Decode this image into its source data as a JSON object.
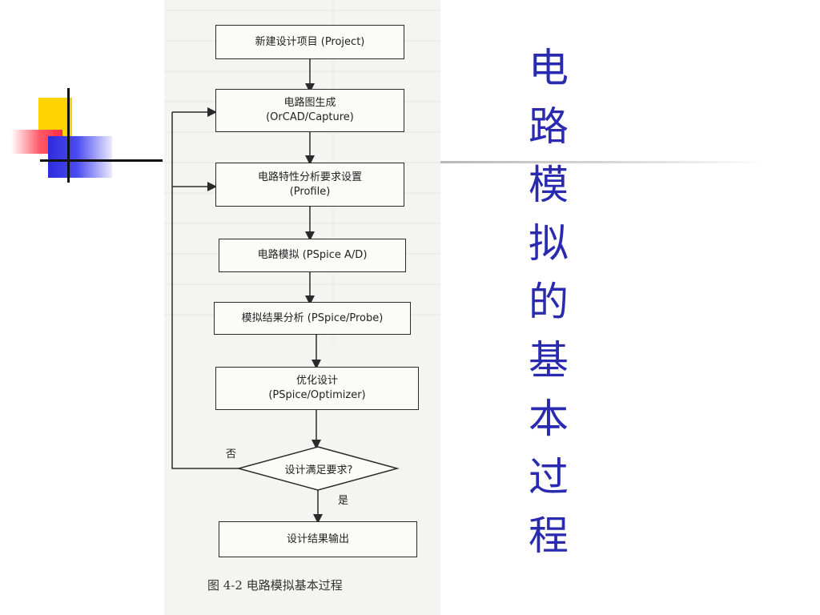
{
  "slide": {
    "title_chars": [
      "电",
      "路",
      "模",
      "拟",
      "的",
      "基",
      "本",
      "过",
      "程"
    ],
    "title_color": "#2a2ab0"
  },
  "flowchart": {
    "steps": [
      {
        "line1": "新建设计项目 (Project)"
      },
      {
        "line1": "电路图生成",
        "line2": "(OrCAD/Capture)"
      },
      {
        "line1": "电路特性分析要求设置",
        "line2": "(Profile)"
      },
      {
        "line1": "电路模拟 (PSpice A/D)"
      },
      {
        "line1": "模拟结果分析 (PSpice/Probe)"
      },
      {
        "line1": "优化设计",
        "line2": "(PSpice/Optimizer)"
      }
    ],
    "decision": "设计满足要求?",
    "no_label": "否",
    "yes_label": "是",
    "output": "设计结果输出",
    "caption": "图 4-2 电路模拟基本过程"
  }
}
